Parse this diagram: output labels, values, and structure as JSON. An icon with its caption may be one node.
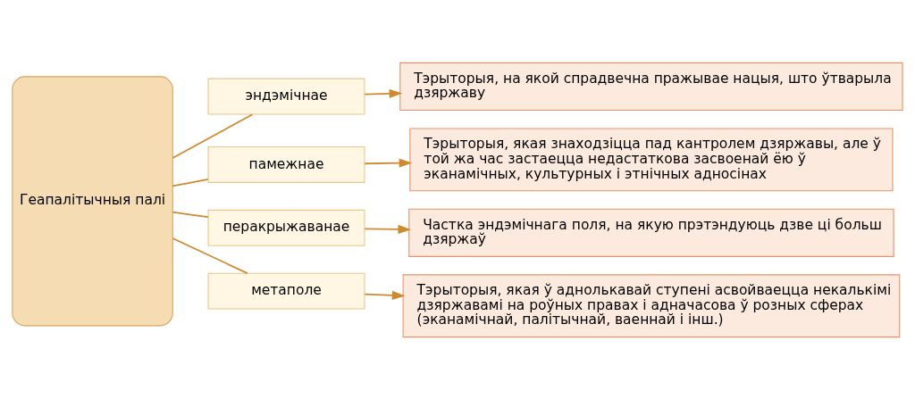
{
  "diagram": {
    "nodes": [
      {
        "text": [
          "Геапалітычныя палі"
        ]
      },
      {
        "text": [
          "эндэмічнае"
        ]
      },
      {
        "text": [
          "Тэрыторыя, на якой спрадвечна пражывае нацыя, што ўтварыла дзяржаву"
        ]
      },
      {
        "text": [
          "памежнае"
        ]
      },
      {
        "text": [
          "Тэрыторыя, якая знаходзіцца пад кантролем дзяржавы, але ў той жа час застаецца недастаткова засвоенай ёю ў эканамічных, культурных і этнічных адносінах"
        ]
      },
      {
        "text": [
          "перакрыжаванае"
        ]
      },
      {
        "text": [
          "Частка эндэмічнага поля, на якую прэтэндуюць дзве ці больш дзяржаў"
        ]
      },
      {
        "text": [
          "метаполе"
        ]
      },
      {
        "text": [
          "Тэрыторыя, якая ў аднолькавай ступені асвойваецца некалькімі дзяржавамі на роўных правах і адначасова ў розных сферах (эканамічнай, палітычнай, ваеннай і інш.)"
        ]
      }
    ],
    "edges": [
      {
        "from": 0,
        "to": 1,
        "arrow": "none"
      },
      {
        "from": 0,
        "to": 3,
        "arrow": "none"
      },
      {
        "from": 0,
        "to": 5,
        "arrow": "none"
      },
      {
        "from": 0,
        "to": 7,
        "arrow": "none"
      },
      {
        "from": 1,
        "to": 2,
        "arrow": "to"
      },
      {
        "from": 3,
        "to": 4,
        "arrow": "to"
      },
      {
        "from": 5,
        "to": 6,
        "arrow": "to"
      },
      {
        "from": 7,
        "to": 8,
        "arrow": "to"
      }
    ]
  }
}
